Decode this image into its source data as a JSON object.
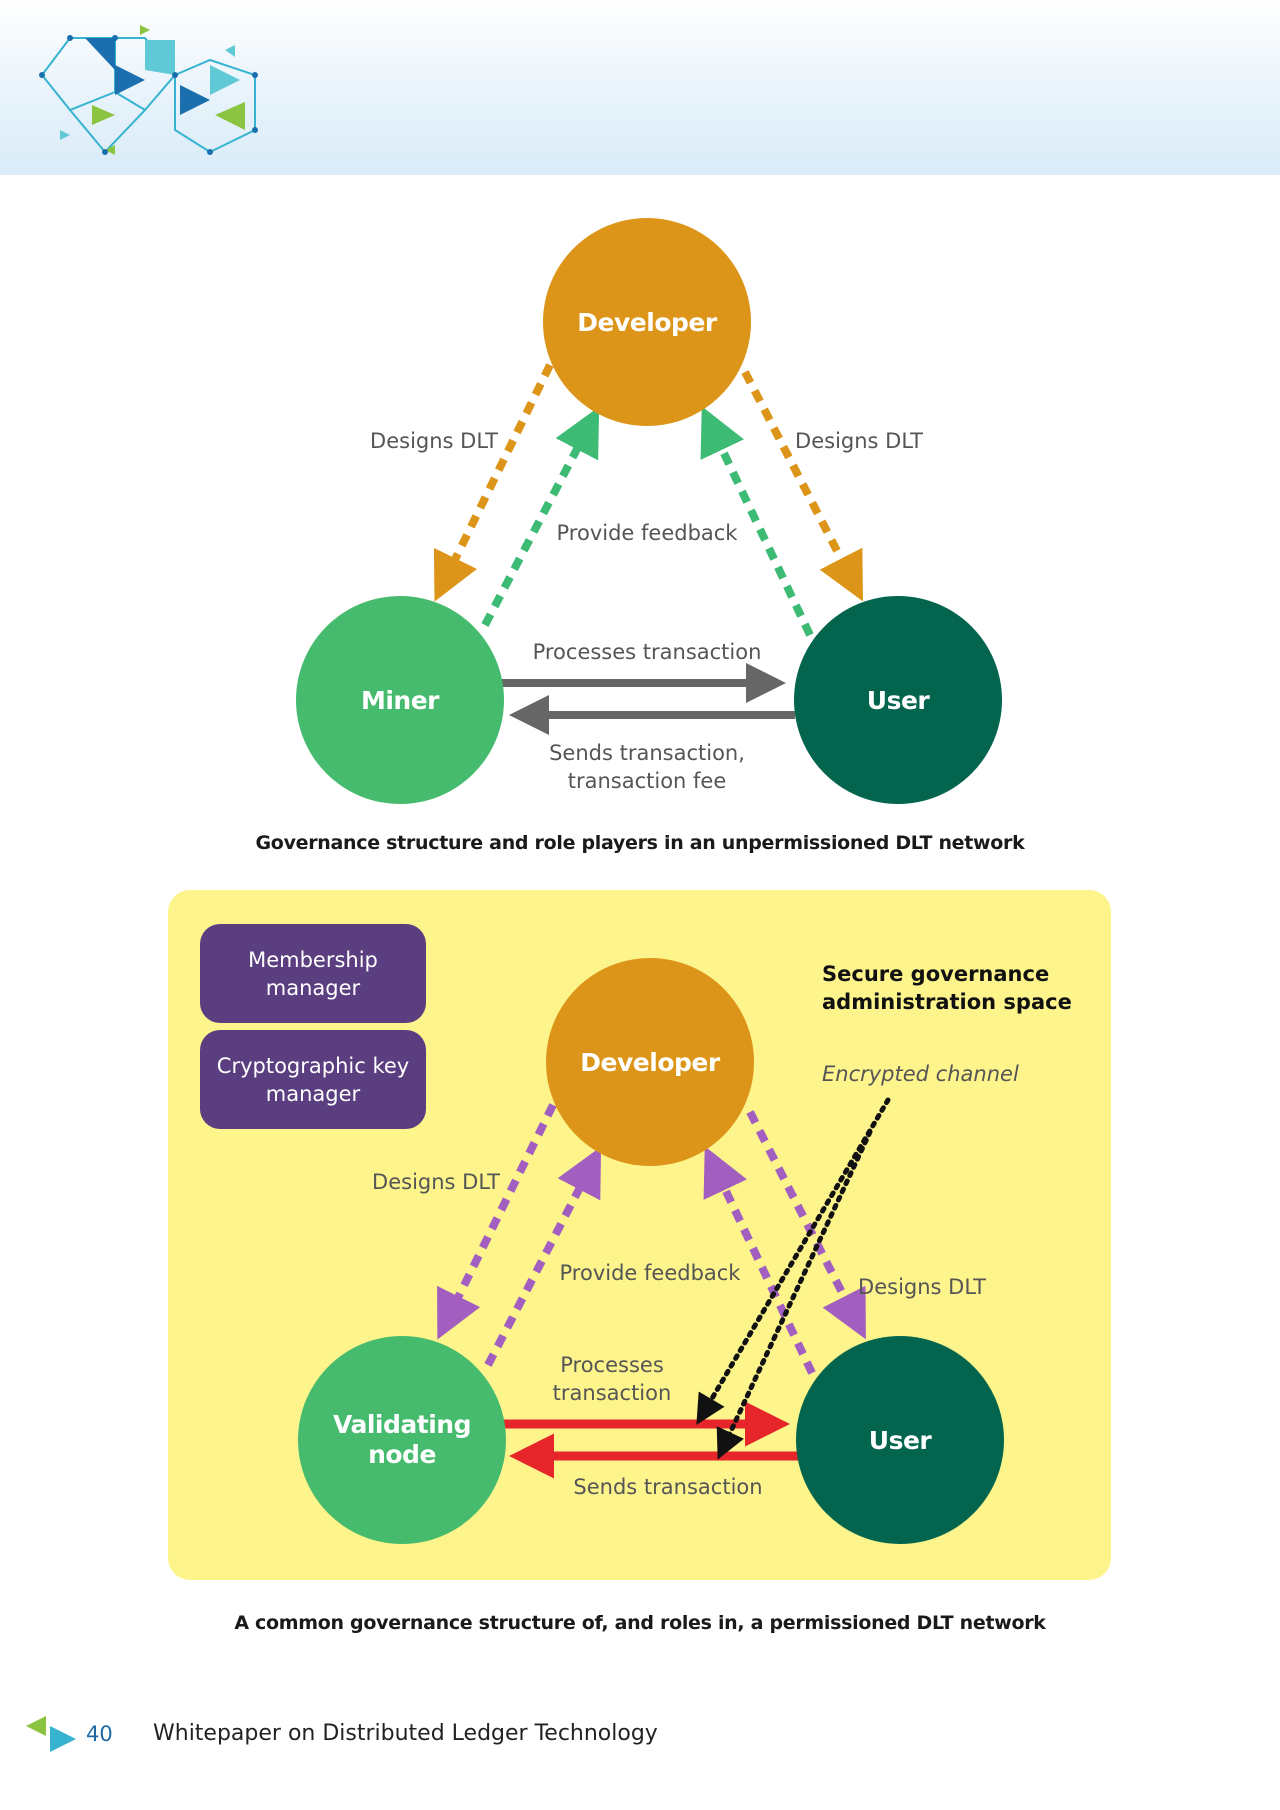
{
  "colors": {
    "developer": "#dd9519",
    "miner": "#46bb6e",
    "user": "#04654f",
    "feedback_green": "#3dbb74",
    "purple_box": "#5b3e80",
    "purple_arrow": "#a25fc0",
    "yellow_panel": "#fdf48c",
    "red_arrow": "#e6262a",
    "grey_arrow": "#666666",
    "label_grey": "#555555"
  },
  "diagram1": {
    "developer": "Developer",
    "miner": "Miner",
    "user": "User",
    "designs_left": "Designs DLT",
    "designs_right": "Designs DLT",
    "feedback": "Provide feedback",
    "processes": "Processes transaction",
    "sends_line1": "Sends transaction,",
    "sends_line2": "transaction fee",
    "caption": "Governance structure and role players in an unpermissioned DLT network"
  },
  "diagram2": {
    "membership_line1": "Membership",
    "membership_line2": "manager",
    "crypto_line1": "Cryptographic key",
    "crypto_line2": "manager",
    "secure_line1": "Secure governance",
    "secure_line2": "administration space",
    "encrypted": "Encrypted channel",
    "developer": "Developer",
    "validating_line1": "Validating",
    "validating_line2": "node",
    "user": "User",
    "designs_left": "Designs DLT",
    "designs_right": "Designs DLT",
    "feedback": "Provide feedback",
    "processes_line1": "Processes",
    "processes_line2": "transaction",
    "sends": "Sends transaction",
    "caption": "A common governance structure of, and roles in, a permissioned DLT network"
  },
  "footer": {
    "page_number": "40",
    "title": "Whitepaper on Distributed Ledger Technology"
  }
}
